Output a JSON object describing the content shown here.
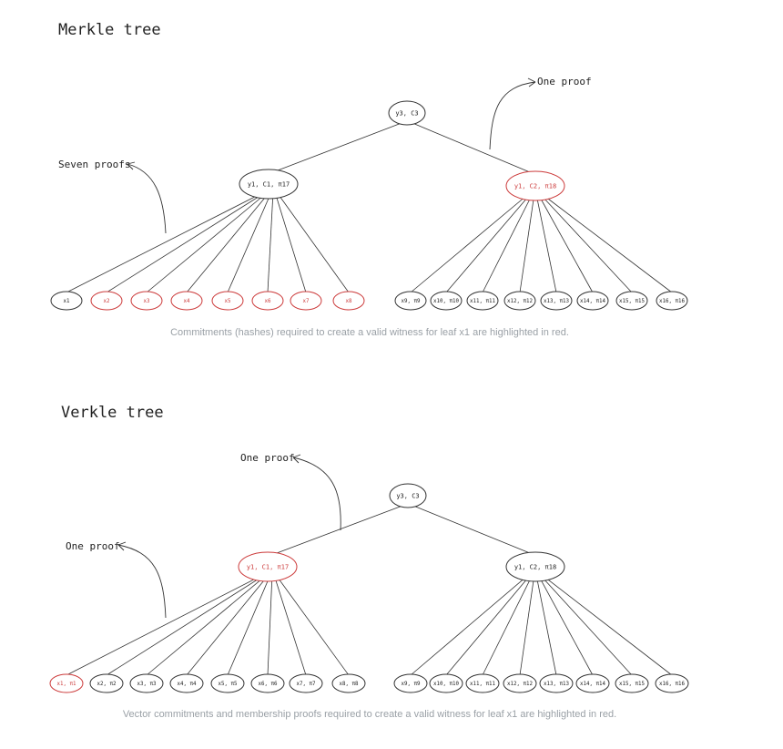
{
  "merkle": {
    "title": "Merkle tree",
    "root": {
      "label": "y3, C3"
    },
    "mids": [
      {
        "label": "y1, C1, π17",
        "highlight": false
      },
      {
        "label": "y1, C2, π18",
        "highlight": true
      }
    ],
    "leaves_left": [
      {
        "label": "x1",
        "highlight": false
      },
      {
        "label": "x2",
        "highlight": true
      },
      {
        "label": "x3",
        "highlight": true
      },
      {
        "label": "x4",
        "highlight": true
      },
      {
        "label": "x5",
        "highlight": true
      },
      {
        "label": "x6",
        "highlight": true
      },
      {
        "label": "x7",
        "highlight": true
      },
      {
        "label": "x8",
        "highlight": true
      }
    ],
    "leaves_right": [
      {
        "label": "x9, π9",
        "highlight": false
      },
      {
        "label": "x10, π10",
        "highlight": false
      },
      {
        "label": "x11, π11",
        "highlight": false
      },
      {
        "label": "x12, π12",
        "highlight": false
      },
      {
        "label": "x13, π13",
        "highlight": false
      },
      {
        "label": "x14, π14",
        "highlight": false
      },
      {
        "label": "x15, π15",
        "highlight": false
      },
      {
        "label": "x16, π16",
        "highlight": false
      }
    ],
    "note_left": "Seven proofs",
    "note_right": "One proof",
    "caption": "Commitments (hashes) required to create a valid witness for leaf x1 are highlighted in red."
  },
  "verkle": {
    "title": "Verkle tree",
    "root": {
      "label": "y3, C3"
    },
    "mids": [
      {
        "label": "y1, C1, π17",
        "highlight": true
      },
      {
        "label": "y1, C2, π18",
        "highlight": false
      }
    ],
    "leaves_left": [
      {
        "label": "x1, π1",
        "highlight": true
      },
      {
        "label": "x2, π2",
        "highlight": false
      },
      {
        "label": "x3, π3",
        "highlight": false
      },
      {
        "label": "x4, π4",
        "highlight": false
      },
      {
        "label": "x5, π5",
        "highlight": false
      },
      {
        "label": "x6, π6",
        "highlight": false
      },
      {
        "label": "x7, π7",
        "highlight": false
      },
      {
        "label": "x8, π8",
        "highlight": false
      }
    ],
    "leaves_right": [
      {
        "label": "x9, π9",
        "highlight": false
      },
      {
        "label": "x10, π10",
        "highlight": false
      },
      {
        "label": "x11, π11",
        "highlight": false
      },
      {
        "label": "x12, π12",
        "highlight": false
      },
      {
        "label": "x13, π13",
        "highlight": false
      },
      {
        "label": "x14, π14",
        "highlight": false
      },
      {
        "label": "x15, π15",
        "highlight": false
      },
      {
        "label": "x16, π16",
        "highlight": false
      }
    ],
    "note_left": "One proof",
    "note_top": "One proof",
    "caption": "Vector commitments and membership proofs required to create a valid witness for leaf x1 are highlighted in red."
  },
  "colors": {
    "highlight": "#cc3a3a",
    "ink": "#333333",
    "caption": "#9aa0a6"
  }
}
